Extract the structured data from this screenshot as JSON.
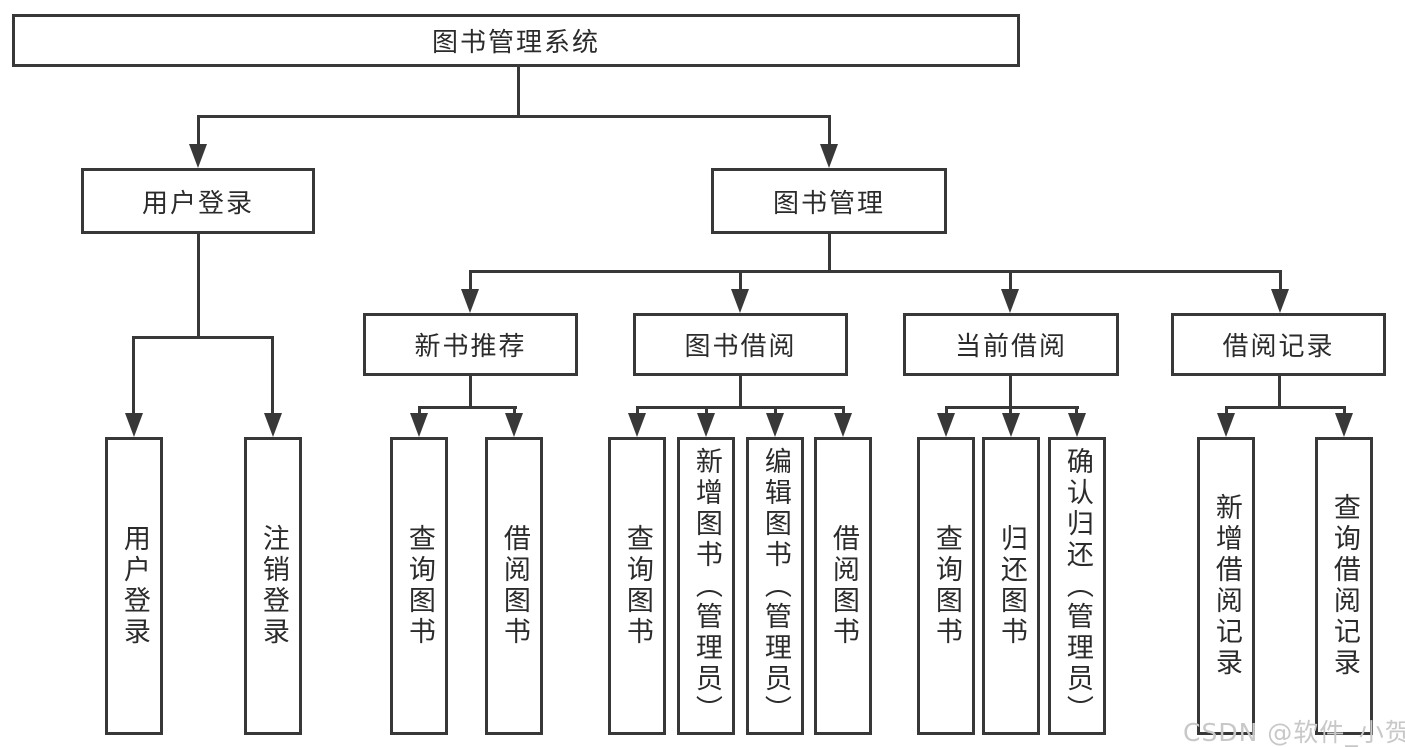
{
  "diagram_title": "图书管理系统",
  "colors": {
    "line": "#383838",
    "box_border": "#383838",
    "background": "#ffffff",
    "text": "#2b2b2b",
    "watermark": "#c8c8c8"
  },
  "watermark": {
    "text": "CSDN @软件_小贺同学"
  },
  "tree": {
    "label": "图书管理系统",
    "children": [
      {
        "label": "用户登录",
        "children": [
          {
            "label": "用户登录"
          },
          {
            "label": "注销登录"
          }
        ]
      },
      {
        "label": "图书管理",
        "children": [
          {
            "label": "新书推荐",
            "children": [
              {
                "label": "查询图书"
              },
              {
                "label": "借阅图书"
              }
            ]
          },
          {
            "label": "图书借阅",
            "children": [
              {
                "label": "查询图书"
              },
              {
                "label": "新增图书（管理员）"
              },
              {
                "label": "编辑图书（管理员）"
              },
              {
                "label": "借阅图书"
              }
            ]
          },
          {
            "label": "当前借阅",
            "children": [
              {
                "label": "查询图书"
              },
              {
                "label": "归还图书"
              },
              {
                "label": "确认归还（管理员）"
              }
            ]
          },
          {
            "label": "借阅记录",
            "children": [
              {
                "label": "新增借阅记录"
              },
              {
                "label": "查询借阅记录"
              }
            ]
          }
        ]
      }
    ]
  }
}
